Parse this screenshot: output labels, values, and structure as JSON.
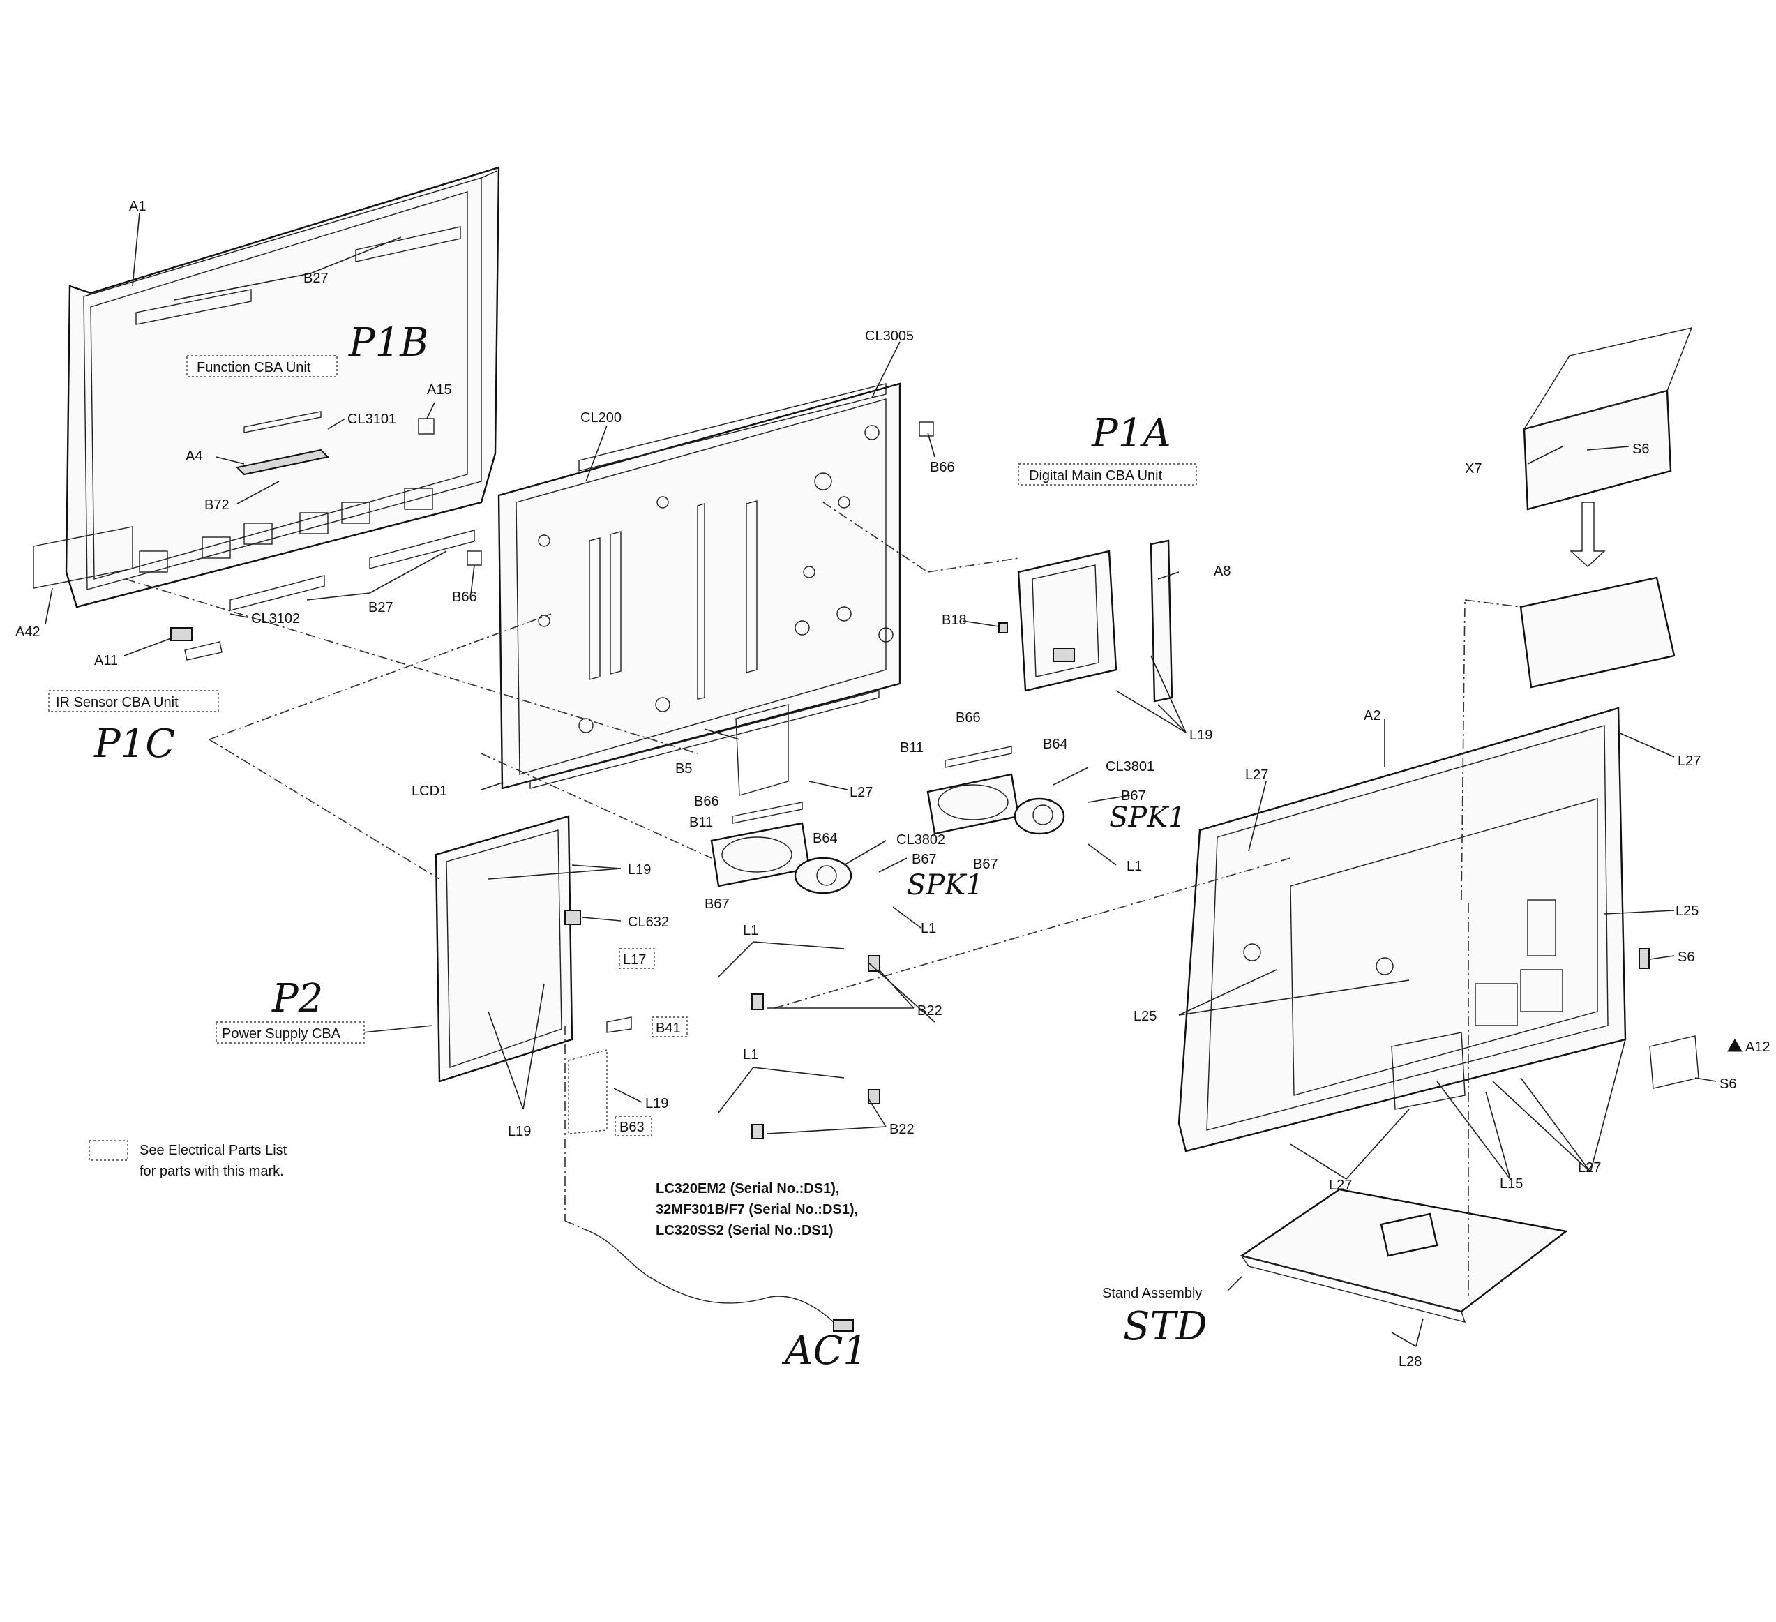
{
  "labels": {
    "A1": "A1",
    "B27_top": "B27",
    "B27_mid": "B27",
    "A15": "A15",
    "CL3101": "CL3101",
    "A4": "A4",
    "B72": "B72",
    "A42": "A42",
    "CL3102": "CL3102",
    "A11": "A11",
    "CL200": "CL200",
    "CL3005": "CL3005",
    "B66_a": "B66",
    "B66_b": "B66",
    "LCD1": "LCD1",
    "B5": "B5",
    "L27_a": "L27",
    "A8": "A8",
    "B18": "B18",
    "L19_a": "L19",
    "B66_c": "B66",
    "B64_a": "B64",
    "B11_a": "B11",
    "CL3801": "CL3801",
    "B67_a": "B67",
    "B67_b": "B67",
    "L1_a": "L1",
    "B66_d": "B66",
    "B11_b": "B11",
    "B64_b": "B64",
    "CL3802": "CL3802",
    "B67_c": "B67",
    "B67_d": "B67",
    "L1_b": "L1",
    "L19_b": "L19",
    "CL632": "CL632",
    "L17": "L17",
    "B41": "B41",
    "L19_c": "L19",
    "L19_d": "L19",
    "B63": "B63",
    "L1_c": "L1",
    "B22_a": "B22",
    "L1_d": "L1",
    "B22_b": "B22",
    "X7": "X7",
    "S6_a": "S6",
    "A2": "A2",
    "L27_b": "L27",
    "L27_c": "L27",
    "L25_a": "L25",
    "S6_b": "S6",
    "L25_b": "L25",
    "A12": "A12",
    "S6_c": "S6",
    "L27_d": "L27",
    "L15": "L15",
    "L27_e": "L27",
    "L28": "L28"
  },
  "boxed": {
    "function_cba": "Function CBA Unit",
    "digital_main_cba": "Digital Main CBA Unit",
    "ir_sensor_cba": "IR Sensor CBA Unit",
    "power_supply_cba": "Power Supply CBA"
  },
  "handwritten": {
    "p1b": "P1B",
    "p1a": "P1A",
    "p1c": "P1C",
    "p2": "P2",
    "spk1_a": "SPK1",
    "spk1_b": "SPK1",
    "std": "STD",
    "ac1": "AC1"
  },
  "legend": {
    "line1": "See Electrical Parts List",
    "line2": "for parts with this mark."
  },
  "models": {
    "m1": "LC320EM2 (Serial No.:DS1),",
    "m2": "32MF301B/F7 (Serial No.:DS1),",
    "m3": "LC320SS2 (Serial No.:DS1)"
  },
  "stand_label": "Stand Assembly",
  "warning_icon": "warning-triangle-icon"
}
